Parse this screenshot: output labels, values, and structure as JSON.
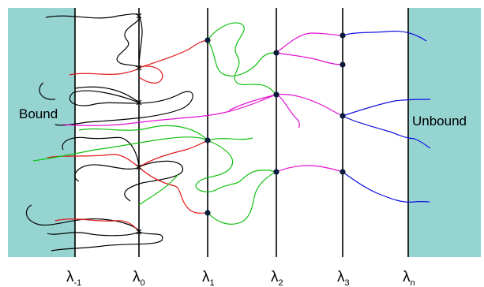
{
  "regions": {
    "left_label": "Bound",
    "right_label": "Unbound",
    "fill_color": "#96d4d2"
  },
  "interfaces": [
    {
      "symbol": "λ",
      "subscript": "-1"
    },
    {
      "symbol": "λ",
      "subscript": "0"
    },
    {
      "symbol": "λ",
      "subscript": "1"
    },
    {
      "symbol": "λ",
      "subscript": "2"
    },
    {
      "symbol": "λ",
      "subscript": "3"
    },
    {
      "symbol": "λ",
      "subscript": "n"
    }
  ],
  "colors": {
    "black": "#000000",
    "red": "#e01818",
    "green": "#10c010",
    "magenta": "#e010d0",
    "blue": "#1010e0",
    "node": "#0a1a3a"
  }
}
